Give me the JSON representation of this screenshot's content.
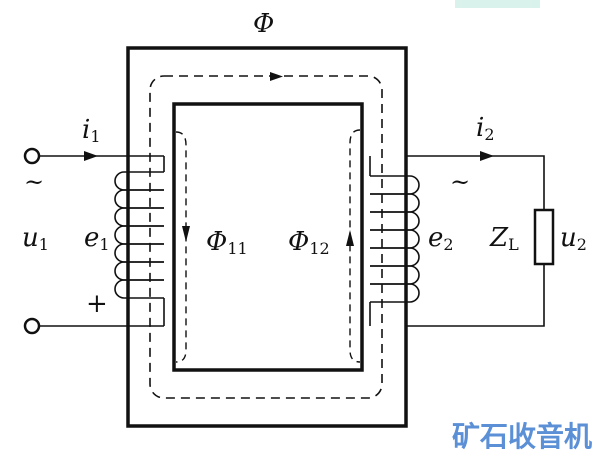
{
  "labels": {
    "phi": "Φ",
    "i1": "i",
    "i1_sub": "1",
    "i2": "i",
    "i2_sub": "2",
    "tilde_left": "~",
    "tilde_right": "~",
    "u1": "u",
    "u1_sub": "1",
    "e1": "e",
    "e1_sub": "1",
    "phi11": "Φ",
    "phi11_sub": "11",
    "phi12": "Φ",
    "phi12_sub": "12",
    "e2": "e",
    "e2_sub": "2",
    "zl": "Z",
    "zl_sub": "L",
    "u2": "u",
    "u2_sub": "2",
    "plus": "+"
  },
  "watermark": "矿石收音机"
}
